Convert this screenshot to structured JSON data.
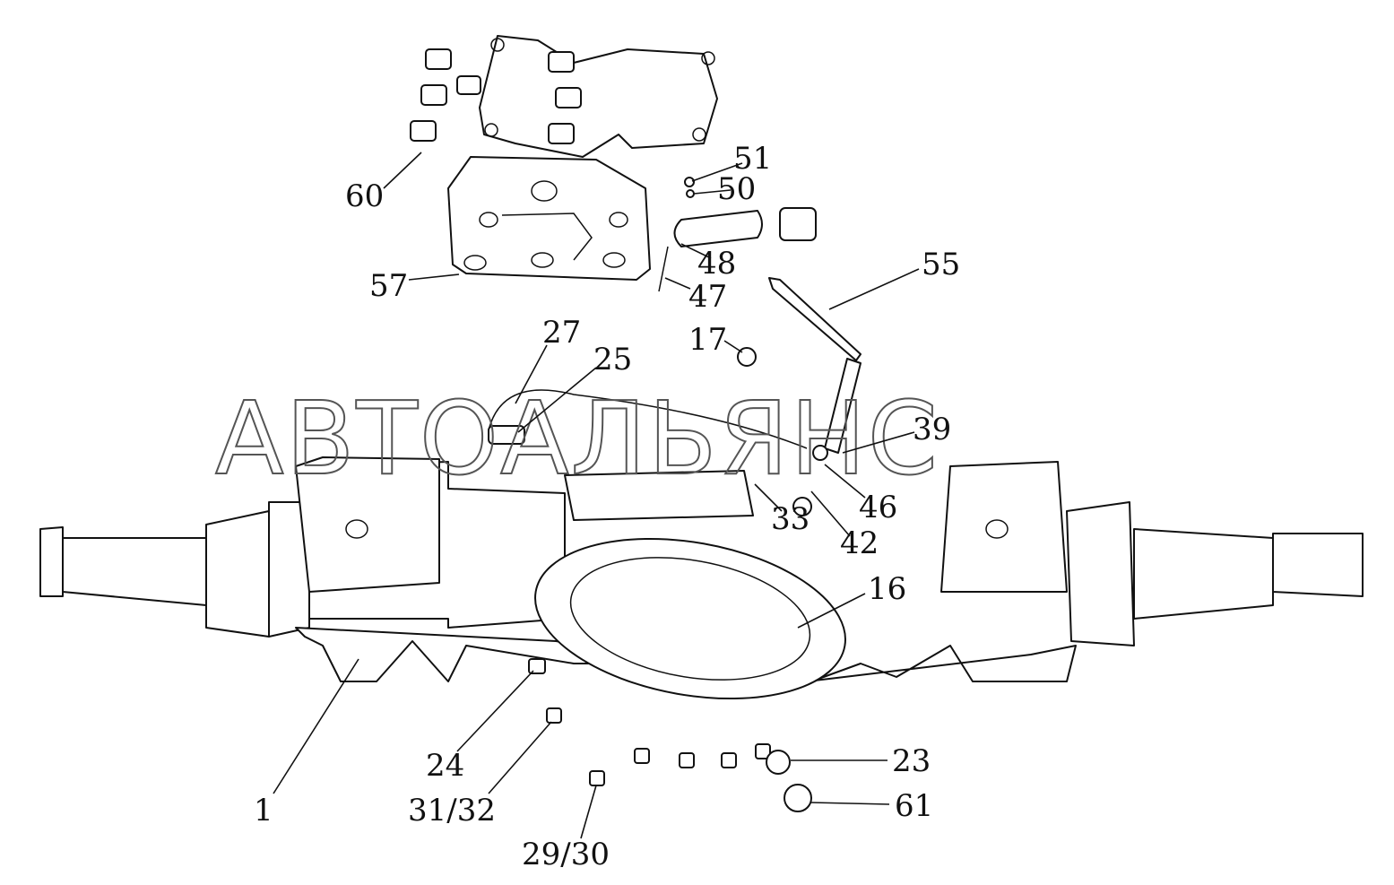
{
  "diagram": {
    "title": "Rear axle housing assembly",
    "watermark": "АВТОАЛЬЯНС",
    "callouts": [
      "51",
      "50",
      "60",
      "48",
      "55",
      "57",
      "47",
      "27",
      "17",
      "25",
      "39",
      "46",
      "33",
      "42",
      "16",
      "1",
      "24",
      "23",
      "31/32",
      "29/30",
      "61"
    ]
  }
}
